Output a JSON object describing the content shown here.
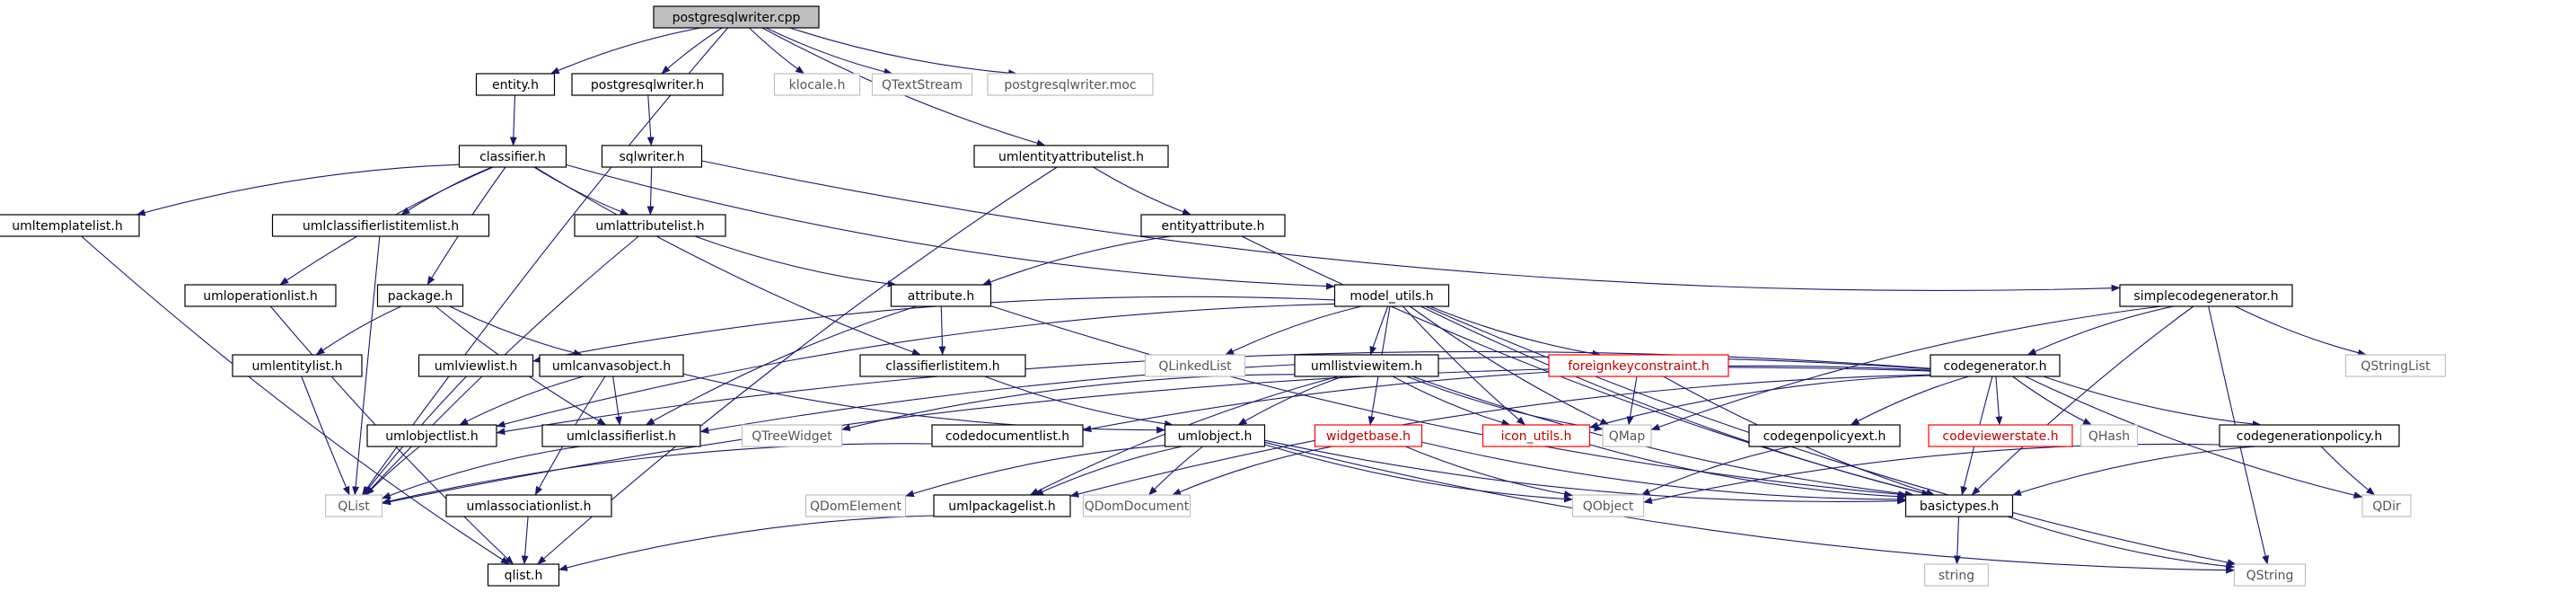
{
  "colors": {
    "edge": "#191970",
    "normal_border": "#000000",
    "normal_text": "#000000",
    "root_fill": "#bfbfbf",
    "external_border": "#bfbfbf",
    "external_text": "#555555",
    "missing_border": "#ff0000",
    "missing_text": "#c00000"
  },
  "nodes": [
    {
      "id": "postgresqlwriter_cpp",
      "label": "postgresqlwriter.cpp",
      "kind": "root"
    },
    {
      "id": "entity_h",
      "label": "entity.h",
      "kind": "normal"
    },
    {
      "id": "postgresqlwriter_h",
      "label": "postgresqlwriter.h",
      "kind": "normal"
    },
    {
      "id": "klocale_h",
      "label": "klocale.h",
      "kind": "external"
    },
    {
      "id": "QTextStream",
      "label": "QTextStream",
      "kind": "external"
    },
    {
      "id": "postgresqlwriter_moc",
      "label": "postgresqlwriter.moc",
      "kind": "external"
    },
    {
      "id": "classifier_h",
      "label": "classifier.h",
      "kind": "normal"
    },
    {
      "id": "sqlwriter_h",
      "label": "sqlwriter.h",
      "kind": "normal"
    },
    {
      "id": "umlentityattributelist_h",
      "label": "umlentityattributelist.h",
      "kind": "normal"
    },
    {
      "id": "umltemplatelist_h",
      "label": "umltemplatelist.h",
      "kind": "normal"
    },
    {
      "id": "umlclassifierlistitemlist_h",
      "label": "umlclassifierlistitemlist.h",
      "kind": "normal"
    },
    {
      "id": "umlattributelist_h",
      "label": "umlattributelist.h",
      "kind": "normal"
    },
    {
      "id": "entityattribute_h",
      "label": "entityattribute.h",
      "kind": "normal"
    },
    {
      "id": "umloperationlist_h",
      "label": "umloperationlist.h",
      "kind": "normal"
    },
    {
      "id": "package_h",
      "label": "package.h",
      "kind": "normal"
    },
    {
      "id": "attribute_h",
      "label": "attribute.h",
      "kind": "normal"
    },
    {
      "id": "model_utils_h",
      "label": "model_utils.h",
      "kind": "normal"
    },
    {
      "id": "simplecodegenerator_h",
      "label": "simplecodegenerator.h",
      "kind": "normal"
    },
    {
      "id": "umlentitylist_h",
      "label": "umlentitylist.h",
      "kind": "normal"
    },
    {
      "id": "umlviewlist_h",
      "label": "umlviewlist.h",
      "kind": "normal"
    },
    {
      "id": "umlcanvasobject_h",
      "label": "umlcanvasobject.h",
      "kind": "normal"
    },
    {
      "id": "classifierlistitem_h",
      "label": "classifierlistitem.h",
      "kind": "normal"
    },
    {
      "id": "QLinkedList",
      "label": "QLinkedList",
      "kind": "external"
    },
    {
      "id": "umllistviewitem_h",
      "label": "umllistviewitem.h",
      "kind": "normal"
    },
    {
      "id": "foreignkeyconstraint_h",
      "label": "foreignkeyconstraint.h",
      "kind": "missing"
    },
    {
      "id": "codegenerator_h",
      "label": "codegenerator.h",
      "kind": "normal"
    },
    {
      "id": "QStringList",
      "label": "QStringList",
      "kind": "external"
    },
    {
      "id": "umlobjectlist_h",
      "label": "umlobjectlist.h",
      "kind": "normal"
    },
    {
      "id": "umlclassifierlist_h",
      "label": "umlclassifierlist.h",
      "kind": "normal"
    },
    {
      "id": "QTreeWidget",
      "label": "QTreeWidget",
      "kind": "external"
    },
    {
      "id": "codedocumentlist_h",
      "label": "codedocumentlist.h",
      "kind": "normal"
    },
    {
      "id": "umlobject_h",
      "label": "umlobject.h",
      "kind": "normal"
    },
    {
      "id": "widgetbase_h",
      "label": "widgetbase.h",
      "kind": "missing"
    },
    {
      "id": "icon_utils_h",
      "label": "icon_utils.h",
      "kind": "missing"
    },
    {
      "id": "QMap",
      "label": "QMap",
      "kind": "external"
    },
    {
      "id": "codegenpolicyext_h",
      "label": "codegenpolicyext.h",
      "kind": "normal"
    },
    {
      "id": "codeviewerstate_h",
      "label": "codeviewerstate.h",
      "kind": "missing"
    },
    {
      "id": "QHash",
      "label": "QHash",
      "kind": "external"
    },
    {
      "id": "codegenerationpolicy_h",
      "label": "codegenerationpolicy.h",
      "kind": "normal"
    },
    {
      "id": "QList",
      "label": "QList",
      "kind": "external"
    },
    {
      "id": "umlassociationlist_h",
      "label": "umlassociationlist.h",
      "kind": "normal"
    },
    {
      "id": "QDomElement",
      "label": "QDomElement",
      "kind": "external"
    },
    {
      "id": "umlpackagelist_h",
      "label": "umlpackagelist.h",
      "kind": "normal"
    },
    {
      "id": "QDomDocument",
      "label": "QDomDocument",
      "kind": "external"
    },
    {
      "id": "QObject",
      "label": "QObject",
      "kind": "external"
    },
    {
      "id": "basictypes_h",
      "label": "basictypes.h",
      "kind": "normal"
    },
    {
      "id": "QDir",
      "label": "QDir",
      "kind": "external"
    },
    {
      "id": "qlist_h",
      "label": "qlist.h",
      "kind": "normal"
    },
    {
      "id": "string",
      "label": "string",
      "kind": "external"
    },
    {
      "id": "QString",
      "label": "QString",
      "kind": "external"
    }
  ],
  "edges": [
    [
      "postgresqlwriter_cpp",
      "entity_h"
    ],
    [
      "postgresqlwriter_cpp",
      "postgresqlwriter_h"
    ],
    [
      "postgresqlwriter_cpp",
      "klocale_h"
    ],
    [
      "postgresqlwriter_cpp",
      "QTextStream"
    ],
    [
      "postgresqlwriter_cpp",
      "postgresqlwriter_moc"
    ],
    [
      "postgresqlwriter_cpp",
      "umlentityattributelist_h"
    ],
    [
      "postgresqlwriter_cpp",
      "QList"
    ],
    [
      "entity_h",
      "classifier_h"
    ],
    [
      "postgresqlwriter_h",
      "sqlwriter_h"
    ],
    [
      "sqlwriter_h",
      "umlattributelist_h"
    ],
    [
      "sqlwriter_h",
      "simplecodegenerator_h"
    ],
    [
      "classifier_h",
      "umltemplatelist_h"
    ],
    [
      "classifier_h",
      "umlclassifierlistitemlist_h"
    ],
    [
      "classifier_h",
      "umlattributelist_h"
    ],
    [
      "classifier_h",
      "umloperationlist_h"
    ],
    [
      "classifier_h",
      "package_h"
    ],
    [
      "classifier_h",
      "classifierlistitem_h"
    ],
    [
      "classifier_h",
      "model_utils_h"
    ],
    [
      "umlentityattributelist_h",
      "entityattribute_h"
    ],
    [
      "umlentityattributelist_h",
      "qlist_h"
    ],
    [
      "entityattribute_h",
      "attribute_h"
    ],
    [
      "entityattribute_h",
      "basictypes_h"
    ],
    [
      "umltemplatelist_h",
      "qlist_h"
    ],
    [
      "umlclassifierlistitemlist_h",
      "QList"
    ],
    [
      "umlattributelist_h",
      "attribute_h"
    ],
    [
      "umlattributelist_h",
      "QList"
    ],
    [
      "umloperationlist_h",
      "qlist_h"
    ],
    [
      "package_h",
      "umlentitylist_h"
    ],
    [
      "package_h",
      "umlcanvasobject_h"
    ],
    [
      "package_h",
      "umlclassifierlist_h"
    ],
    [
      "attribute_h",
      "classifierlistitem_h"
    ],
    [
      "attribute_h",
      "umlclassifierlist_h"
    ],
    [
      "attribute_h",
      "basictypes_h"
    ],
    [
      "model_utils_h",
      "umlviewlist_h"
    ],
    [
      "model_utils_h",
      "QLinkedList"
    ],
    [
      "model_utils_h",
      "umllistviewitem_h"
    ],
    [
      "model_utils_h",
      "foreignkeyconstraint_h"
    ],
    [
      "model_utils_h",
      "widgetbase_h"
    ],
    [
      "model_utils_h",
      "icon_utils_h"
    ],
    [
      "model_utils_h",
      "QMap"
    ],
    [
      "model_utils_h",
      "basictypes_h"
    ],
    [
      "model_utils_h",
      "QString"
    ],
    [
      "model_utils_h",
      "umlobjectlist_h"
    ],
    [
      "simplecodegenerator_h",
      "codegenerator_h"
    ],
    [
      "simplecodegenerator_h",
      "QStringList"
    ],
    [
      "simplecodegenerator_h",
      "QMap"
    ],
    [
      "simplecodegenerator_h",
      "basictypes_h"
    ],
    [
      "simplecodegenerator_h",
      "QString"
    ],
    [
      "umlentitylist_h",
      "QList"
    ],
    [
      "umlviewlist_h",
      "QList"
    ],
    [
      "umlcanvasobject_h",
      "umlobjectlist_h"
    ],
    [
      "umlcanvasobject_h",
      "umlclassifierlist_h"
    ],
    [
      "umlcanvasobject_h",
      "umlassociationlist_h"
    ],
    [
      "umlcanvasobject_h",
      "umlobject_h"
    ],
    [
      "classifierlistitem_h",
      "umlobject_h"
    ],
    [
      "umllistviewitem_h",
      "QTreeWidget"
    ],
    [
      "umllistviewitem_h",
      "umlobject_h"
    ],
    [
      "umllistviewitem_h",
      "icon_utils_h"
    ],
    [
      "umllistviewitem_h",
      "QMap"
    ],
    [
      "umllistviewitem_h",
      "basictypes_h"
    ],
    [
      "umllistviewitem_h",
      "umlpackagelist_h"
    ],
    [
      "foreignkeyconstraint_h",
      "QMap"
    ],
    [
      "foreignkeyconstraint_h",
      "basictypes_h"
    ],
    [
      "codegenerator_h",
      "umlclassifierlist_h"
    ],
    [
      "codegenerator_h",
      "codedocumentlist_h"
    ],
    [
      "codegenerator_h",
      "icon_utils_h"
    ],
    [
      "codegenerator_h",
      "codegenpolicyext_h"
    ],
    [
      "codegenerator_h",
      "codeviewerstate_h"
    ],
    [
      "codegenerator_h",
      "QHash"
    ],
    [
      "codegenerator_h",
      "codegenerationpolicy_h"
    ],
    [
      "codegenerator_h",
      "basictypes_h"
    ],
    [
      "codegenerator_h",
      "umlpackagelist_h"
    ],
    [
      "codegenerator_h",
      "QDir"
    ],
    [
      "codegenerator_h",
      "umlobjectlist_h"
    ],
    [
      "codegenerator_h",
      "QList"
    ],
    [
      "umlobjectlist_h",
      "QList"
    ],
    [
      "umlclassifierlist_h",
      "QList"
    ],
    [
      "codedocumentlist_h",
      "QList"
    ],
    [
      "umlobject_h",
      "QDomElement"
    ],
    [
      "umlobject_h",
      "umlpackagelist_h"
    ],
    [
      "umlobject_h",
      "QDomDocument"
    ],
    [
      "umlobject_h",
      "QObject"
    ],
    [
      "umlobject_h",
      "basictypes_h"
    ],
    [
      "umlobject_h",
      "QString"
    ],
    [
      "widgetbase_h",
      "QDomDocument"
    ],
    [
      "widgetbase_h",
      "QObject"
    ],
    [
      "widgetbase_h",
      "basictypes_h"
    ],
    [
      "icon_utils_h",
      "basictypes_h"
    ],
    [
      "codegenpolicyext_h",
      "QObject"
    ],
    [
      "codegenerationpolicy_h",
      "QObject"
    ],
    [
      "codegenerationpolicy_h",
      "basictypes_h"
    ],
    [
      "codegenerationpolicy_h",
      "QDir"
    ],
    [
      "umlassociationlist_h",
      "qlist_h"
    ],
    [
      "umlpackagelist_h",
      "qlist_h"
    ],
    [
      "basictypes_h",
      "string"
    ],
    [
      "basictypes_h",
      "QString"
    ]
  ]
}
